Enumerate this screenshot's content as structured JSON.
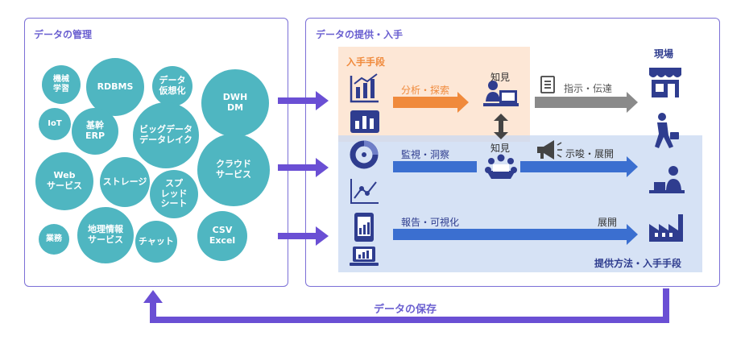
{
  "left_panel": {
    "title": "データの管理",
    "bubbles": [
      {
        "text": "機械\n学習"
      },
      {
        "text": "RDBMS"
      },
      {
        "text": "データ\n仮想化"
      },
      {
        "text": "DWH\nDM"
      },
      {
        "text": "IoT"
      },
      {
        "text": "基幹\nERP"
      },
      {
        "text": "ビッグデータ\nデータレイク"
      },
      {
        "text": "クラウド\nサービス"
      },
      {
        "text": "Web\nサービス"
      },
      {
        "text": "ストレージ"
      },
      {
        "text": "スプ\nレッド\nシート"
      },
      {
        "text": "業務"
      },
      {
        "text": "地理情報\nサービス"
      },
      {
        "text": "チャット"
      },
      {
        "text": "CSV\nExcel"
      }
    ]
  },
  "right_panel": {
    "title": "データの提供・入手",
    "acquire_label": "入手手段",
    "provide_label": "提供方法・入手手段",
    "site_label": "現場",
    "flow1_label": "分析・探索",
    "flow2_label": "監視・洞察",
    "flow3_label": "報告・可視化",
    "knowledge_label_1": "知見",
    "knowledge_label_2": "知見",
    "instruct_label": "指示・伝達",
    "suggest_label": "示唆・展開",
    "deploy_label": "展開"
  },
  "bottom": {
    "save_label": "データの保存"
  },
  "colors": {
    "panel_border": "#7b6fd6",
    "title": "#6a5fd0",
    "bubble": "#4fb6c1",
    "big_arrow": "#6a4fd4",
    "orange_zone": "#fde7d6",
    "orange": "#f08a3c",
    "blue_zone": "#dbe6f7",
    "blue": "#3b6fd0",
    "gray": "#8a8a8a",
    "icon_navy": "#2f3d8f"
  }
}
